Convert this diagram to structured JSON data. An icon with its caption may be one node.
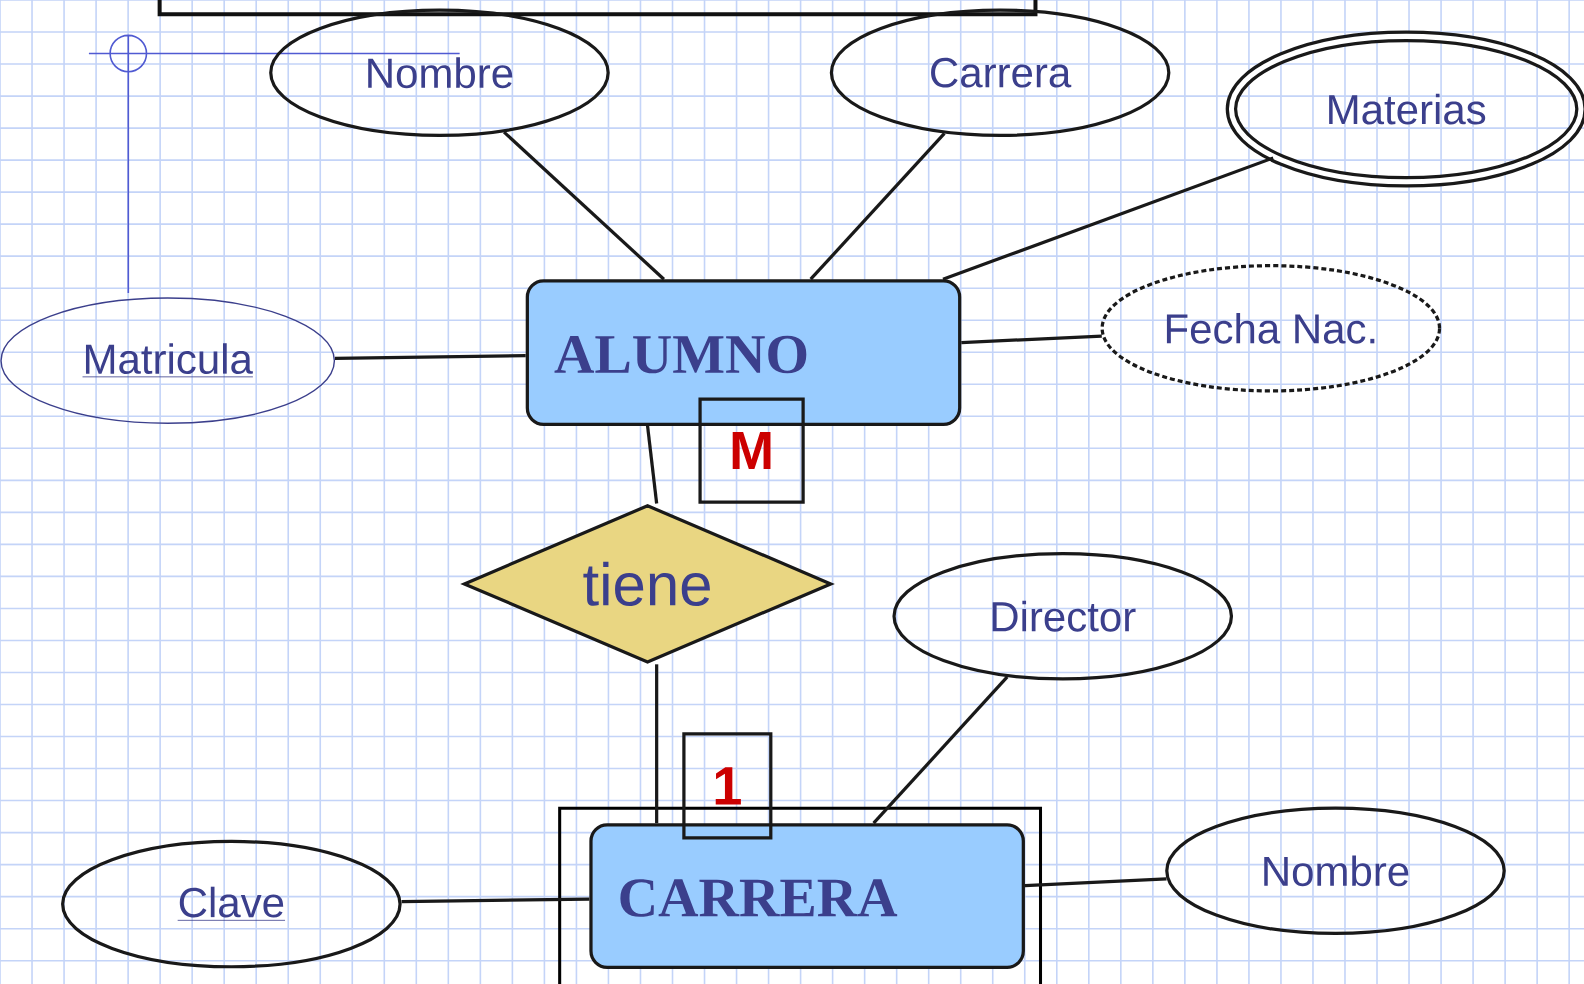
{
  "diagram": {
    "nodes": [
      {
        "text": [
          "ALUMNO"
        ]
      },
      {
        "text": [
          "Nombre"
        ]
      },
      {
        "text": [
          "Carrera"
        ]
      },
      {
        "text": [
          "Materias"
        ]
      },
      {
        "text": [
          "Matricula"
        ]
      },
      {
        "text": [
          "Fecha Nac."
        ]
      },
      {
        "text": [
          "tiene"
        ]
      },
      {
        "text": [
          "CARRERA"
        ]
      },
      {
        "text": [
          "Director"
        ]
      },
      {
        "text": [
          "Clave"
        ]
      },
      {
        "text": [
          "Nombre"
        ]
      },
      {
        "text": [
          "M"
        ]
      },
      {
        "text": [
          "1"
        ]
      }
    ],
    "edges": [
      {
        "from": 1,
        "to": 0,
        "arrow": "none"
      },
      {
        "from": 2,
        "to": 0,
        "arrow": "none"
      },
      {
        "from": 3,
        "to": 0,
        "arrow": "none"
      },
      {
        "from": 4,
        "to": 0,
        "arrow": "none"
      },
      {
        "from": 0,
        "to": 5,
        "arrow": "none"
      },
      {
        "from": 0,
        "to": 6,
        "arrow": "none"
      },
      {
        "from": 6,
        "to": 7,
        "arrow": "none"
      },
      {
        "from": 8,
        "to": 7,
        "arrow": "none"
      },
      {
        "from": 9,
        "to": 7,
        "arrow": "none"
      },
      {
        "from": 7,
        "to": 10,
        "arrow": "none"
      }
    ]
  }
}
